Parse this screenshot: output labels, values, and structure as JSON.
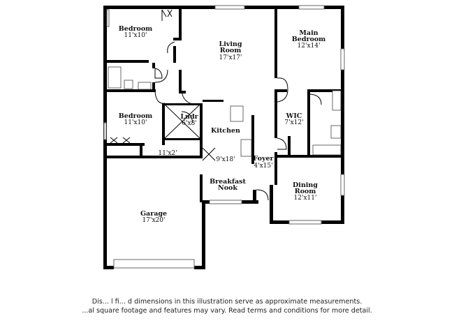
{
  "rooms": {
    "bedroom_top": {
      "name": "Bedroom",
      "dim": "11'x10'"
    },
    "living": {
      "name_line1": "Living",
      "name_line2": "Room",
      "dim": "17'x17'"
    },
    "main_bedroom": {
      "name_line1": "Main",
      "name_line2": "Bedroom",
      "dim": "12'x14'"
    },
    "bedroom_mid": {
      "name": "Bedroom",
      "dim": "11'x10'"
    },
    "laundry": {
      "name": "Lndr",
      "dim": "6'x8'"
    },
    "kitchen": {
      "name": "Kitchen",
      "dim": "9'x18'"
    },
    "wic": {
      "name": "WIC",
      "dim": "7'x12'"
    },
    "hall": {
      "dim": "11'x2'"
    },
    "foyer": {
      "name": "Foyer",
      "dim": "4'x15'"
    },
    "breakfast": {
      "name_line1": "Breakfast",
      "name_line2": "Nook"
    },
    "dining": {
      "name_line1": "Dining",
      "name_line2": "Room",
      "dim": "12'x11'"
    },
    "garage": {
      "name": "Garage",
      "dim": "17'x20'"
    }
  },
  "disclaimer": {
    "line1": "Dis... l fi... d dimensions in this illustration serve as approximate measurements.",
    "line2": "...al square footage and features may vary. Read terms and conditions for more detail."
  }
}
